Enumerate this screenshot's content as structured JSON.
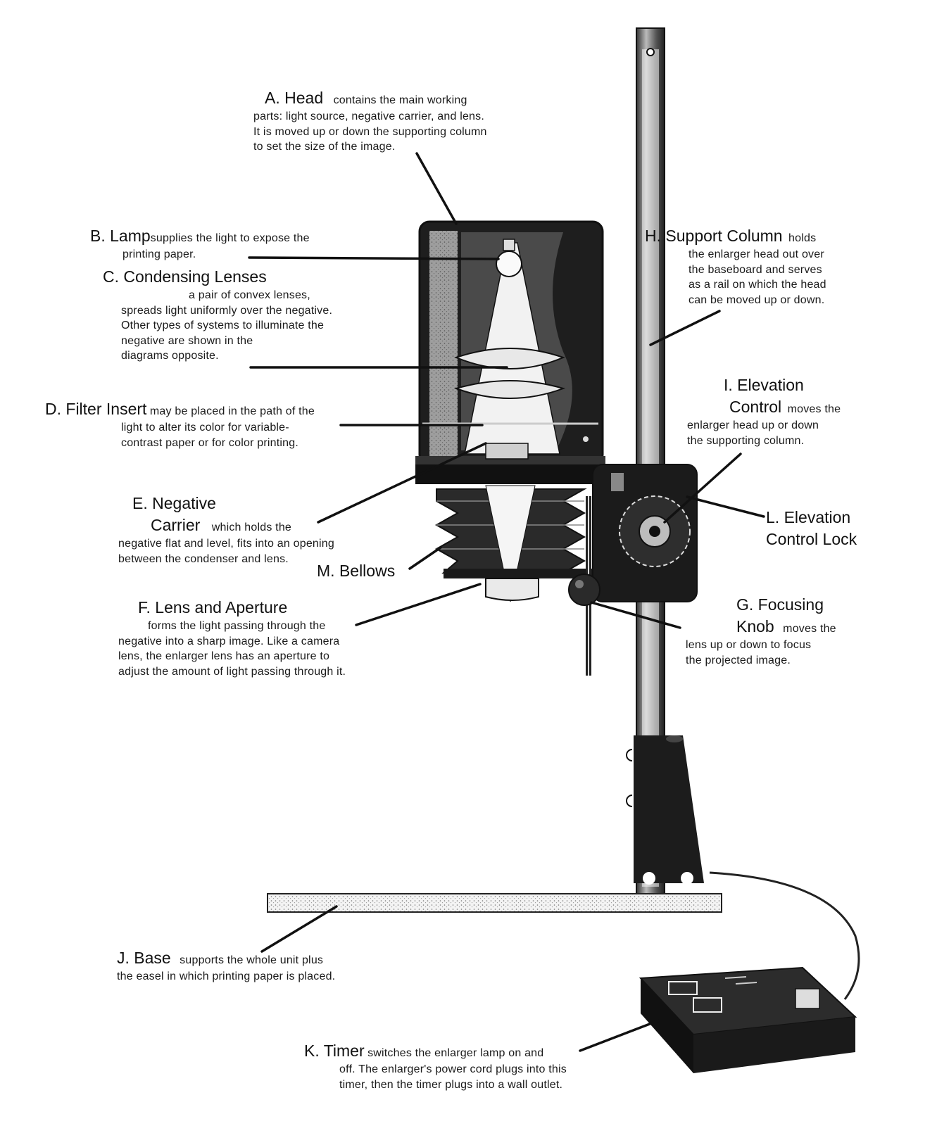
{
  "labels": {
    "head": {
      "title": "A. Head",
      "desc": "contains the main working",
      "lines": [
        "parts: light source, negative carrier, and lens.",
        "It is moved up or down the supporting column",
        "to set the size of the image."
      ]
    },
    "lamp": {
      "title": "B. Lamp",
      "desc": "supplies the light to expose the",
      "lines": [
        "printing paper."
      ]
    },
    "condensing": {
      "title": "C. Condensing Lenses",
      "lines": [
        "a pair of convex lenses,",
        "spreads light uniformly over the negative.",
        "Other types of systems to illuminate the",
        "negative are shown in the",
        "diagrams opposite."
      ]
    },
    "filter": {
      "title": "D. Filter Insert",
      "desc": "may be placed in the path of the",
      "lines": [
        "light to alter its color for variable-",
        "contrast paper or for color printing."
      ]
    },
    "negative": {
      "title1": "E. Negative",
      "title2": "Carrier",
      "desc": "which holds the",
      "lines": [
        "negative flat and level, fits into an opening",
        "between the condenser and lens."
      ]
    },
    "bellows": {
      "title": "M. Bellows"
    },
    "lens": {
      "title": "F. Lens and Aperture",
      "lines": [
        "forms the light passing through the",
        "negative into a sharp image. Like a camera",
        "lens, the enlarger lens has an aperture to",
        "adjust the amount of light passing through it."
      ]
    },
    "support": {
      "title": "H. Support Column",
      "desc": "holds",
      "lines": [
        "the enlarger head out over",
        "the baseboard and serves",
        "as a rail on which the head",
        "can be moved up or down."
      ]
    },
    "elevation": {
      "title1": "I. Elevation",
      "title2": "Control",
      "desc": "moves the",
      "lines": [
        "enlarger head up or down",
        "the supporting column."
      ]
    },
    "lock": {
      "title1": "L. Elevation",
      "title2": "Control Lock"
    },
    "focusing": {
      "title1": "G. Focusing",
      "title2": "Knob",
      "desc": "moves the",
      "lines": [
        "lens up or down to focus",
        "the projected image."
      ]
    },
    "base": {
      "title": "J. Base",
      "desc": "supports the whole unit plus",
      "lines": [
        "the easel in which printing paper is placed."
      ]
    },
    "timer": {
      "title": "K. Timer",
      "desc": "switches the enlarger lamp on and",
      "lines": [
        "off. The enlarger's power cord plugs into this",
        "timer, then the timer plugs into a wall outlet."
      ]
    }
  }
}
